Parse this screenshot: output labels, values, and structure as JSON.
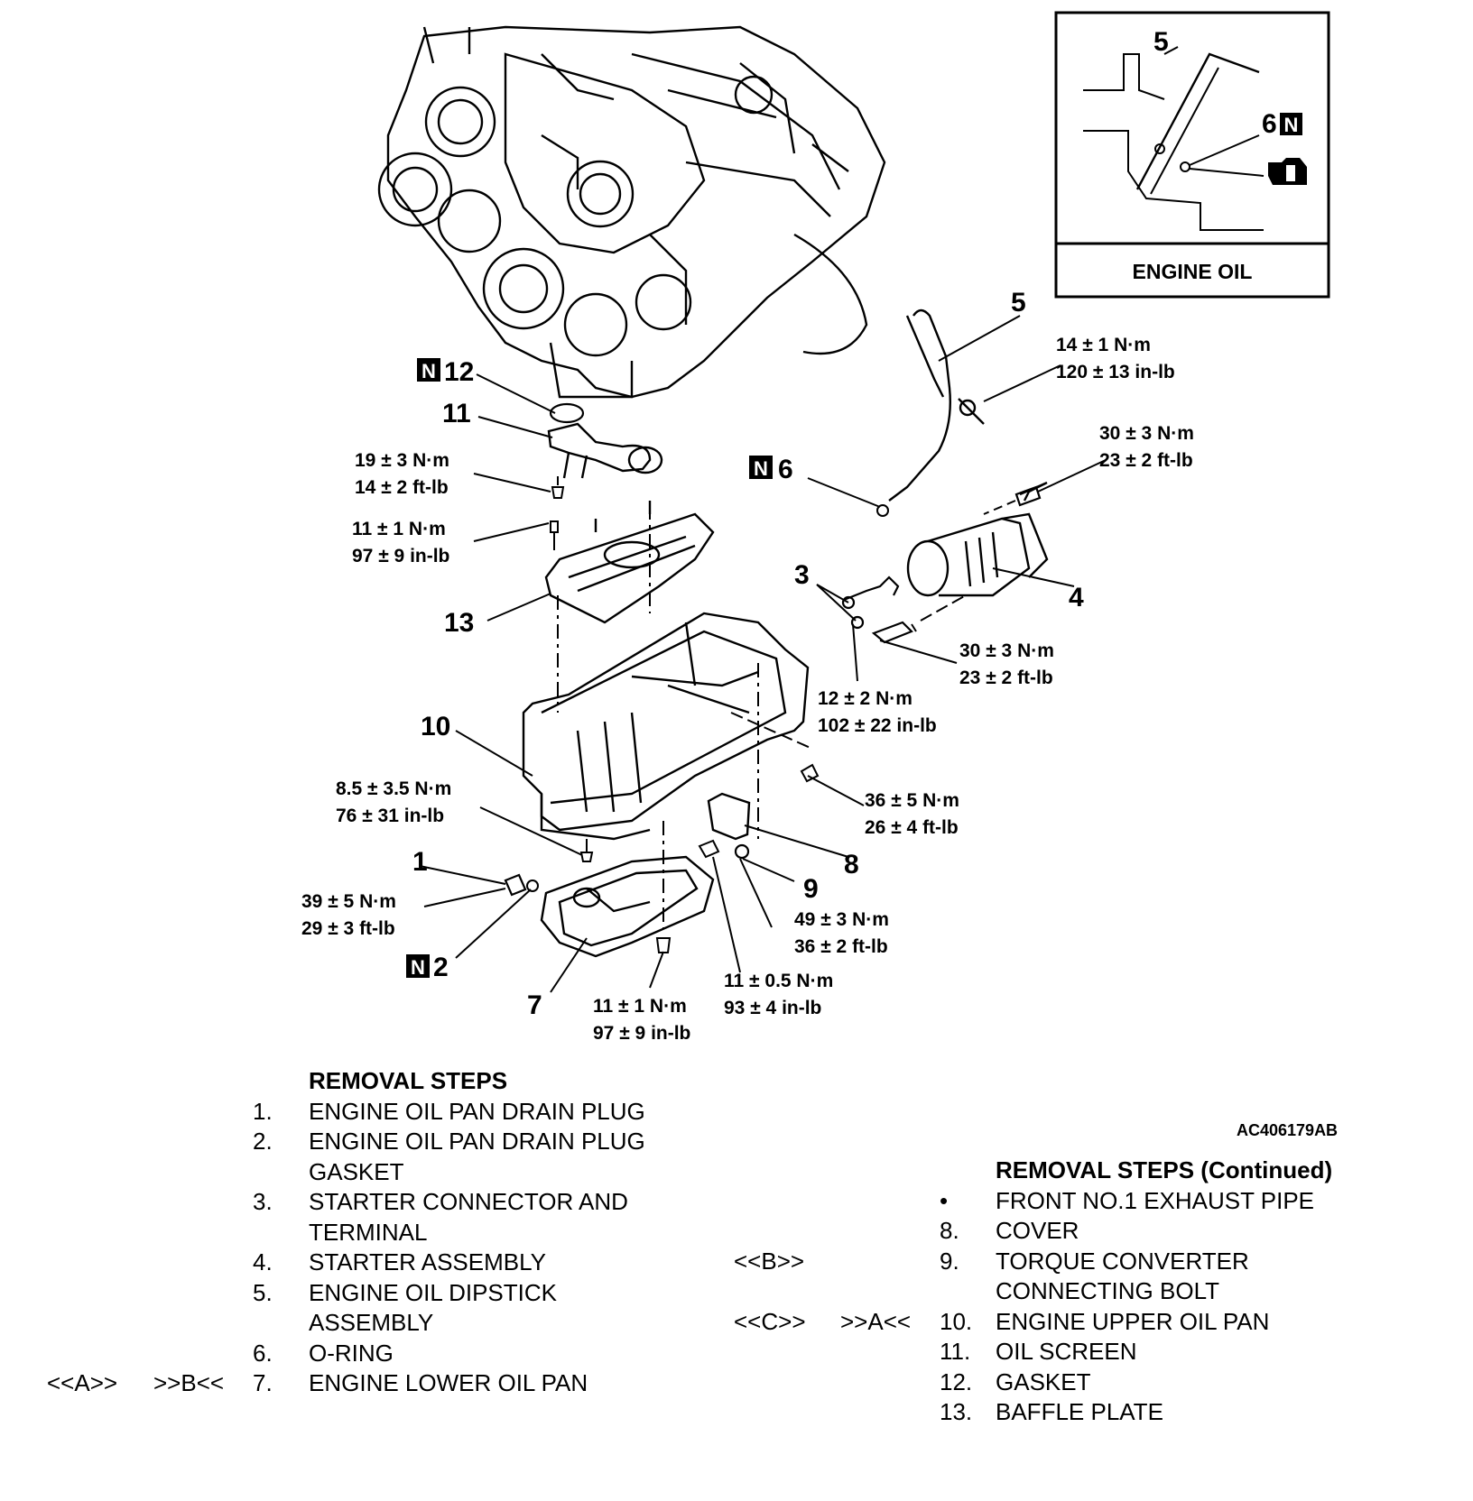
{
  "figure_id": "AC406179AB",
  "inset": {
    "title": "ENGINE OIL",
    "label_5": "5",
    "label_6": "6",
    "mark": "N"
  },
  "labels": {
    "l1": "1",
    "l2": "2",
    "l3": "3",
    "l4": "4",
    "l5": "5",
    "l6": "6",
    "l7": "7",
    "l8": "8",
    "l9": "9",
    "l10": "10",
    "l11": "11",
    "l12": "12",
    "l13": "13",
    "mark": "N"
  },
  "torques": {
    "t5": [
      "14 ± 1 N·m",
      "120 ± 13 in-lb"
    ],
    "t4a": [
      "30 ± 3 N·m",
      "23 ± 2 ft-lb"
    ],
    "t4b": [
      "30 ± 3 N·m",
      "23 ± 2 ft-lb"
    ],
    "t11": [
      "19 ± 3 N·m",
      "14 ± 2 ft-lb"
    ],
    "t13": [
      "11 ± 1 N·m",
      "97 ± 9 in-lb"
    ],
    "t3": [
      "12 ± 2 N·m",
      "102 ± 22 in-lb"
    ],
    "t10": [
      "8.5 ± 3.5 N·m",
      "76 ± 31 in-lb"
    ],
    "t8": [
      "36 ± 5 N·m",
      "26 ± 4 ft-lb"
    ],
    "t1": [
      "39 ± 5 N·m",
      "29 ± 3 ft-lb"
    ],
    "t9": [
      "49 ± 3 N·m",
      "36 ± 2 ft-lb"
    ],
    "t7a": [
      "11 ± 0.5 N·m",
      "93 ± 4 in-lb"
    ],
    "t7b": [
      "11 ± 1 N·m",
      "97 ± 9 in-lb"
    ]
  },
  "removal_steps": {
    "heading": "REMOVAL STEPS",
    "items": [
      {
        "code1": "",
        "code2": "",
        "num": "1.",
        "lines": [
          "ENGINE OIL PAN DRAIN PLUG"
        ]
      },
      {
        "code1": "",
        "code2": "",
        "num": "2.",
        "lines": [
          "ENGINE OIL PAN DRAIN PLUG",
          "GASKET"
        ]
      },
      {
        "code1": "",
        "code2": "",
        "num": "3.",
        "lines": [
          "STARTER CONNECTOR AND",
          "TERMINAL"
        ]
      },
      {
        "code1": "",
        "code2": "",
        "num": "4.",
        "lines": [
          "STARTER ASSEMBLY"
        ]
      },
      {
        "code1": "",
        "code2": "",
        "num": "5.",
        "lines": [
          "ENGINE OIL DIPSTICK",
          "ASSEMBLY"
        ]
      },
      {
        "code1": "",
        "code2": "",
        "num": "6.",
        "lines": [
          "O-RING"
        ]
      },
      {
        "code1": "<<A>>",
        "code2": ">>B<<",
        "num": "7.",
        "lines": [
          "ENGINE LOWER OIL PAN"
        ]
      }
    ]
  },
  "removal_steps_continued": {
    "heading": "REMOVAL STEPS (Continued)",
    "items": [
      {
        "code1": "",
        "code2": "",
        "num": "•",
        "lines": [
          "FRONT NO.1 EXHAUST PIPE"
        ]
      },
      {
        "code1": "",
        "code2": "",
        "num": "8.",
        "lines": [
          "COVER"
        ]
      },
      {
        "code1": "<<B>>",
        "code2": "",
        "num": "9.",
        "lines": [
          "TORQUE CONVERTER",
          "CONNECTING BOLT"
        ]
      },
      {
        "code1": "<<C>>",
        "code2": ">>A<<",
        "num": "10.",
        "lines": [
          "ENGINE UPPER OIL PAN"
        ]
      },
      {
        "code1": "",
        "code2": "",
        "num": "11.",
        "lines": [
          "OIL SCREEN"
        ]
      },
      {
        "code1": "",
        "code2": "",
        "num": "12.",
        "lines": [
          "GASKET"
        ]
      },
      {
        "code1": "",
        "code2": "",
        "num": "13.",
        "lines": [
          "BAFFLE PLATE"
        ]
      }
    ]
  }
}
